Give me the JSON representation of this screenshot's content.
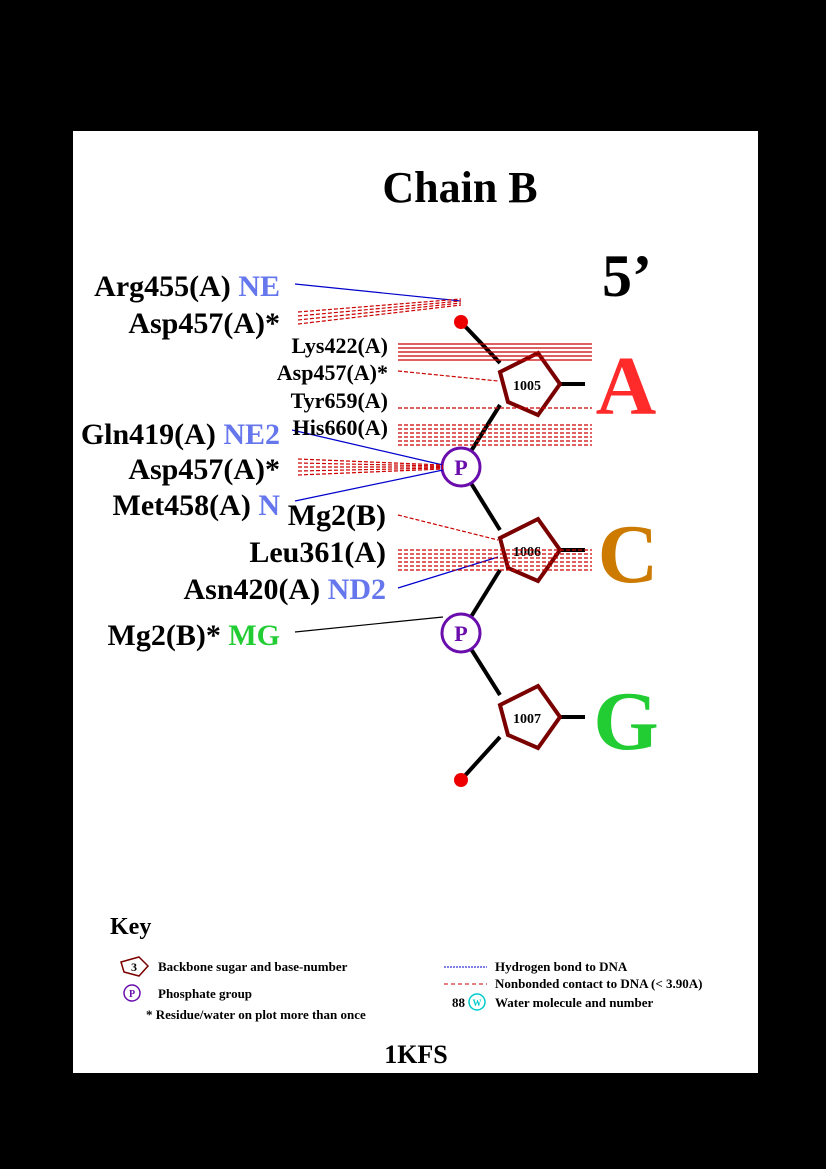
{
  "title": "Chain B",
  "end_label": "5’",
  "nucleotides": [
    {
      "number": "1005",
      "base": "A",
      "base_color": "#ff2a2a"
    },
    {
      "number": "1006",
      "base": "C",
      "base_color": "#cc7a00"
    },
    {
      "number": "1007",
      "base": "G",
      "base_color": "#22cc33"
    }
  ],
  "phosphate_label": "P",
  "residues": {
    "arg455": {
      "name": "Arg455(A)",
      "atom": "NE"
    },
    "asp457_a": {
      "name": "Asp457(A)*"
    },
    "lys422": {
      "name": "Lys422(A)"
    },
    "asp457_b": {
      "name": "Asp457(A)*"
    },
    "tyr659": {
      "name": "Tyr659(A)"
    },
    "his660": {
      "name": "His660(A)"
    },
    "gln419": {
      "name": "Gln419(A)",
      "atom": "NE2"
    },
    "asp457_c": {
      "name": "Asp457(A)*"
    },
    "met458": {
      "name": "Met458(A)",
      "atom": "N"
    },
    "mg2_b": {
      "name": "Mg2(B)"
    },
    "leu361": {
      "name": "Leu361(A)"
    },
    "asn420": {
      "name": "Asn420(A)",
      "atom": "ND2"
    },
    "mg2_b_star": {
      "name": "Mg2(B)*",
      "atom": "MG"
    }
  },
  "colors": {
    "hbond": "#0000cc",
    "nonbonded": "#cc0000",
    "sugar": "#7a0000",
    "phosphate": "#6a0dad",
    "terminal": "#ee0000",
    "atom_n": "#6677ee",
    "atom_mg": "#22cc33",
    "water": "#00cccc"
  },
  "key": {
    "title": "Key",
    "sugar_number": "3",
    "sugar_label": "Backbone sugar and base-number",
    "phosphate_symbol": "P",
    "phosphate_label": "Phosphate group",
    "star_label": "* Residue/water on plot more than once",
    "hbond_label": "Hydrogen bond to DNA",
    "nonbonded_label": "Nonbonded contact to DNA (< 3.90A)",
    "water_number": "88",
    "water_symbol": "W",
    "water_label": "Water molecule and number"
  },
  "pdb_id": "1KFS"
}
